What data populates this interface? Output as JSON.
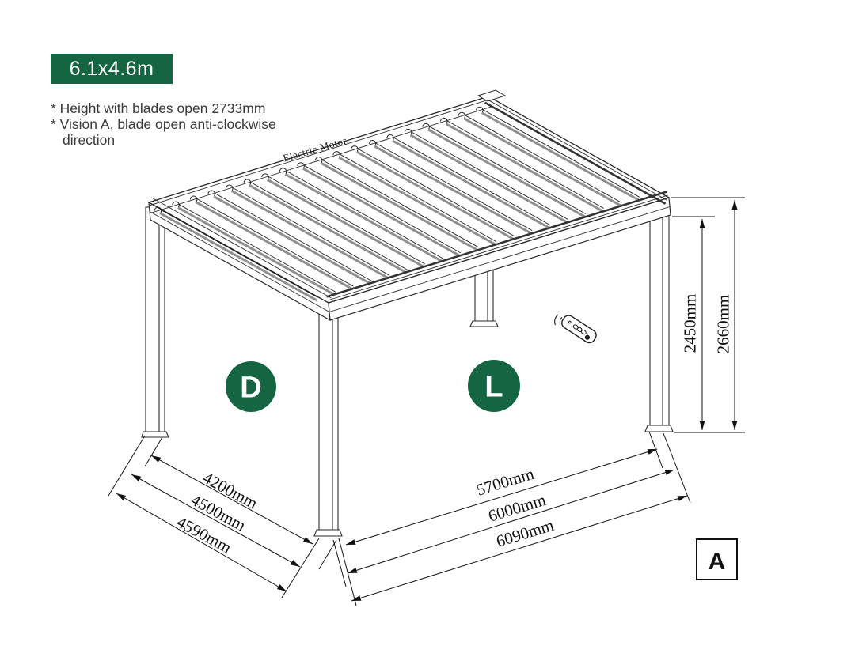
{
  "badge": {
    "label": "6.1x4.6m"
  },
  "notes": {
    "line1": "* Height with blades open 2733mm",
    "line2": "* Vision A, blade open anti-clockwise",
    "line3": "direction"
  },
  "diagram": {
    "roof_text": "Electric Motor",
    "marker_d": "D",
    "marker_l": "L",
    "view_label": "A",
    "dims": {
      "height_inner": "2450mm",
      "height_outer": "2660mm",
      "depth_inner": "4200mm",
      "depth_mid": "4500mm",
      "depth_outer": "4590mm",
      "width_inner": "5700mm",
      "width_mid": "6000mm",
      "width_outer": "6090mm"
    }
  },
  "colors": {
    "accent_green": "#166542",
    "line": "#2a2a2a",
    "note_text": "#3a3a3a"
  }
}
